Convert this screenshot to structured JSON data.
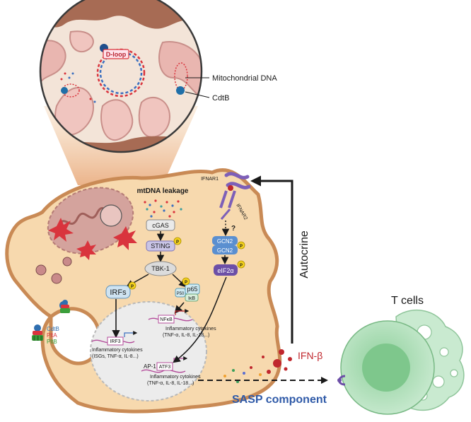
{
  "mito_zoom": {
    "dloop_label": "D-loop",
    "mtdna_label": "Mitochondrial DNA",
    "cdtb_label": "CdtB"
  },
  "pathway": {
    "mtdna_leakage": "mtDNA leakage",
    "cgas": "cGAS",
    "sting": "STING",
    "tbk1": "TBK-1",
    "irfs": "IRFs",
    "p65": "p65",
    "p50": "P50",
    "ikb": "IκB",
    "phospho": "P",
    "ifnar1": "IFNAR1",
    "ifnar2": "IFNAR2",
    "question": "?",
    "gcn2": "GCN2",
    "eif2a": "eIF2α"
  },
  "nucleus": {
    "nfkb_gene": "NFκB",
    "nfkb_line1": "Inflammatory cytokines",
    "nfkb_line2": "(TNF-α, IL-8, IL-18...)",
    "irf3_gene": "IRF3",
    "irf_line1": "Inflammatory cytokines",
    "irf_line2": "(ISGs, TNF-α, IL-8...)",
    "ap1": "AP-1",
    "atf3_gene": "ATF3",
    "ap1_line1": "Inflammatory cytokines",
    "ap1_line2": "(TNF-α, IL-8, IL-18...)"
  },
  "legend": {
    "cdtb": "CdtB",
    "plta": "PltA",
    "pltb": "PltB"
  },
  "outside": {
    "autocrine": "Autocrine",
    "ifn_beta": "IFN-β",
    "sasp": "SASP component",
    "t_cells": "T cells"
  },
  "colors": {
    "cell_fill": "#f7d9ae",
    "cell_border": "#c98a55",
    "mito_fill": "#d4a39d",
    "phospho": "#f5d21e",
    "sasp_text": "#2f5aa8",
    "ifn_text": "#c0272d",
    "tcell": "#a7d8b0"
  }
}
